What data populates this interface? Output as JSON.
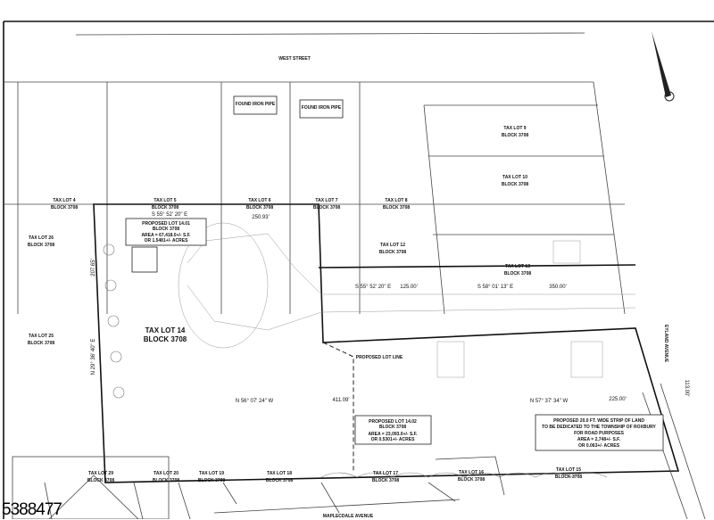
{
  "listing_id": "5388477",
  "streets": {
    "west": "WEST STREET",
    "maplecdale": "MAPLECDALE AVENUE",
    "eyland": "EYLAND AVENUE"
  },
  "lots": [
    {
      "lot": "TAX LOT 4",
      "block": "BLOCK 3708"
    },
    {
      "lot": "TAX LOT 5",
      "block": "BLOCK 3708"
    },
    {
      "lot": "TAX LOT 6",
      "block": "BLOCK 3708"
    },
    {
      "lot": "TAX LOT 7",
      "block": "BLOCK 3708"
    },
    {
      "lot": "TAX LOT 8",
      "block": "BLOCK 3708"
    },
    {
      "lot": "TAX LOT 9",
      "block": "BLOCK 3708"
    },
    {
      "lot": "TAX LOT 10",
      "block": "BLOCK 3708"
    },
    {
      "lot": "TAX LOT 26",
      "block": "BLOCK 3708"
    },
    {
      "lot": "TAX LOT 25",
      "block": "BLOCK 3708"
    },
    {
      "lot": "TAX LOT 12",
      "block": "BLOCK 3708"
    },
    {
      "lot": "TAX LOT 13",
      "block": "BLOCK 3708"
    },
    {
      "lot": "TAX LOT 29",
      "block": "BLOCK 3708"
    },
    {
      "lot": "TAX LOT 20",
      "block": "BLOCK 3708"
    },
    {
      "lot": "TAX LOT 19",
      "block": "BLOCK 3708"
    },
    {
      "lot": "TAX LOT 18",
      "block": "BLOCK 3708"
    },
    {
      "lot": "TAX LOT 17",
      "block": "BLOCK 3708"
    },
    {
      "lot": "TAX LOT 16",
      "block": "BLOCK 3708"
    },
    {
      "lot": "TAX LOT 15",
      "block": "BLOCK 3708"
    }
  ],
  "main_lot": {
    "lot": "TAX LOT 14",
    "block": "BLOCK 3708"
  },
  "proposed_1401": {
    "title": "PROPOSED LOT 14.01",
    "block": "BLOCK 3708",
    "area": "AREA = 67,418.0+/- S.F.",
    "acres": "OR 1.5481+/- ACRES"
  },
  "proposed_1402": {
    "title": "PROPOSED LOT 14.02",
    "block": "BLOCK 3708",
    "area": "AREA = 23,093.0+/- S.F.",
    "acres": "OR 0.5301+/- ACRES"
  },
  "strip": {
    "line1": "PROPOSED 20.0 FT. WIDE STRIP OF LAND",
    "line2": "TO BE DEDICATED TO THE TOWNSHIP OF ROXBURY",
    "line3": "FOR ROAD PURPOSES",
    "area": "AREA = 2,748+/- S.F.",
    "acres": "OR 0.063+/- ACRES"
  },
  "proposed_lot_line": "PROPOSED LOT LINE",
  "found_iron_pipe": "FOUND IRON PIPE",
  "bearings": {
    "b1": "S 55° 52' 20\" E",
    "d1": "250.93'",
    "b2": "S 55° 52' 20\" E",
    "d2": "125.00'",
    "b3": "S 58° 01' 13\" E",
    "d3": "350.00'",
    "b4": "N 56° 07' 24\" W",
    "d4": "411.09'",
    "b5": "N 57° 37' 34\" W",
    "d5": "225.00'",
    "b6": "N 29° 36' 40\" E",
    "d6": "207.65'",
    "d7": "113.00'"
  }
}
